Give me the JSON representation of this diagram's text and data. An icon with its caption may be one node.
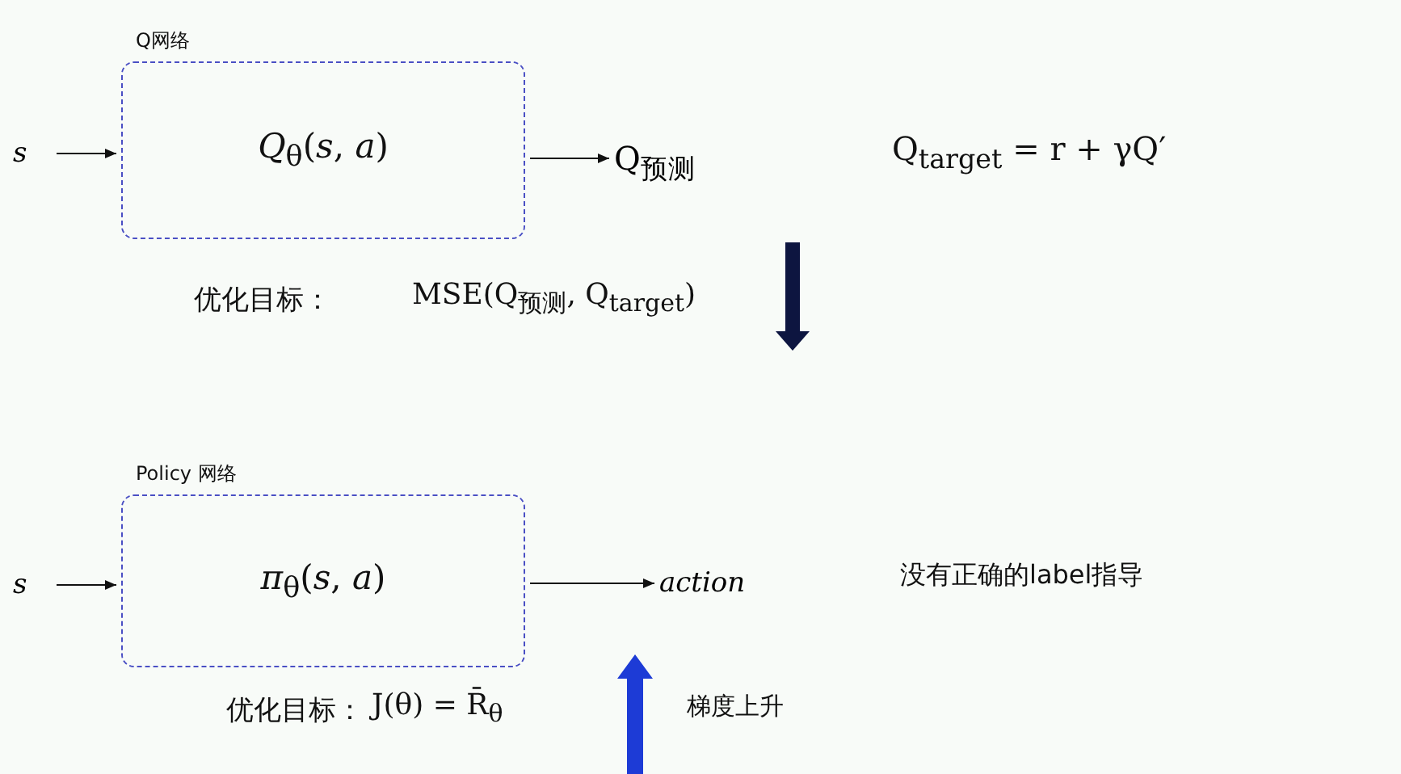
{
  "diagram": {
    "nodes": [
      {
        "text": [
          "*s*"
        ]
      },
      {
        "text": [
          "Q网络",
          "*Q*$_{θ}$(*s*, *a*)"
        ]
      },
      {
        "text": [
          "Q$_{预测}$"
        ]
      },
      {
        "text": [
          "*s*"
        ]
      },
      {
        "text": [
          "Policy 网络",
          "*π*$_{θ}$(*s*, *a*)"
        ]
      },
      {
        "text": [
          "*action*"
        ]
      }
    ],
    "edges": [
      {
        "from": 0,
        "to": 1,
        "arrow": "to"
      },
      {
        "from": 1,
        "to": 2,
        "arrow": "to"
      },
      {
        "from": 3,
        "to": 4,
        "arrow": "to"
      },
      {
        "from": 4,
        "to": 5,
        "arrow": "to"
      }
    ],
    "labels": [
      "Q$_{target}$ = r + γQ′",
      "优化目标：",
      "MSE(Q$_{预测}$, Q$_{target}$)",
      "没有正确的label指导",
      "优化目标：",
      "J(θ) = R̄$_{θ}$",
      "梯度上升"
    ]
  }
}
